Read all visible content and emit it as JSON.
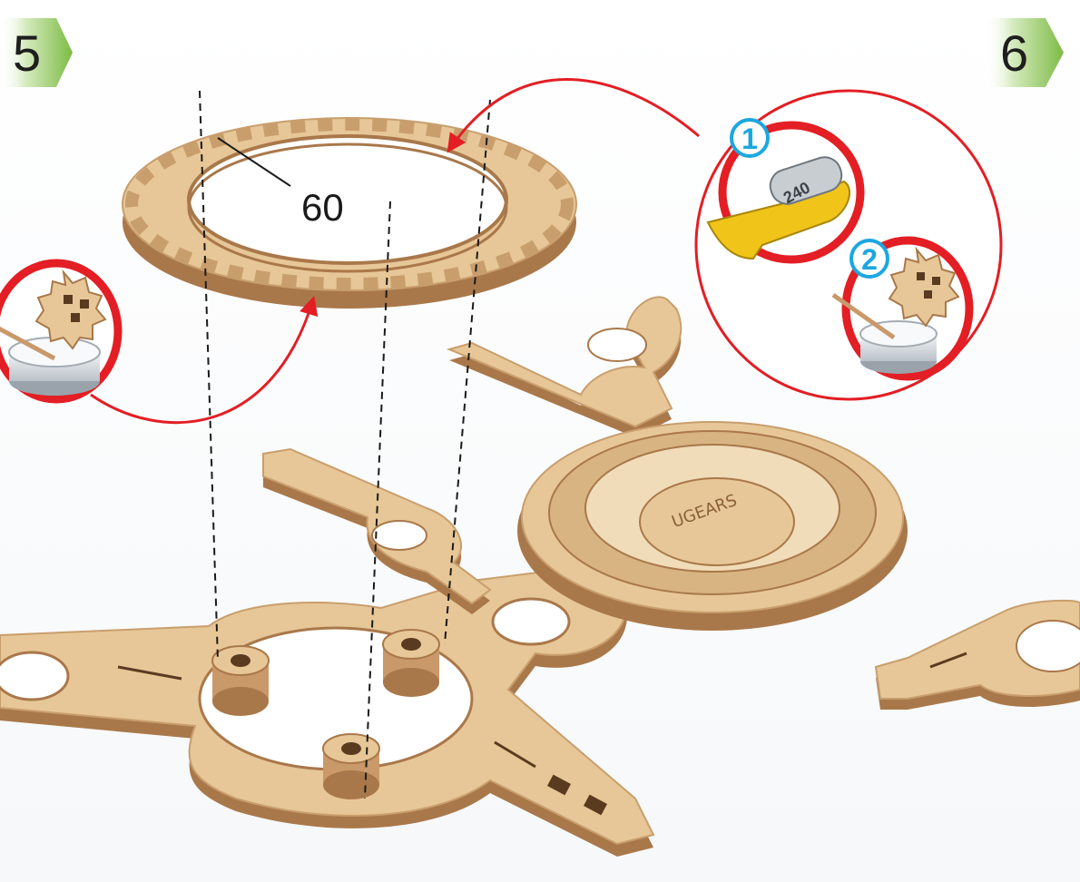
{
  "steps": {
    "left": "5",
    "right": "6"
  },
  "part_label": "60",
  "callouts": {
    "step1_number": "1",
    "step2_number": "2",
    "sandpaper_grit": "240"
  },
  "colors": {
    "step_badge_green": "#8bc34a",
    "arrow_red": "#e31e24",
    "callout_blue": "#1ba7e0",
    "wood_face": "#e7c797",
    "wood_edge": "#a9784a"
  },
  "icons": [
    "glue-pot-icon",
    "sandpaper-icon"
  ]
}
